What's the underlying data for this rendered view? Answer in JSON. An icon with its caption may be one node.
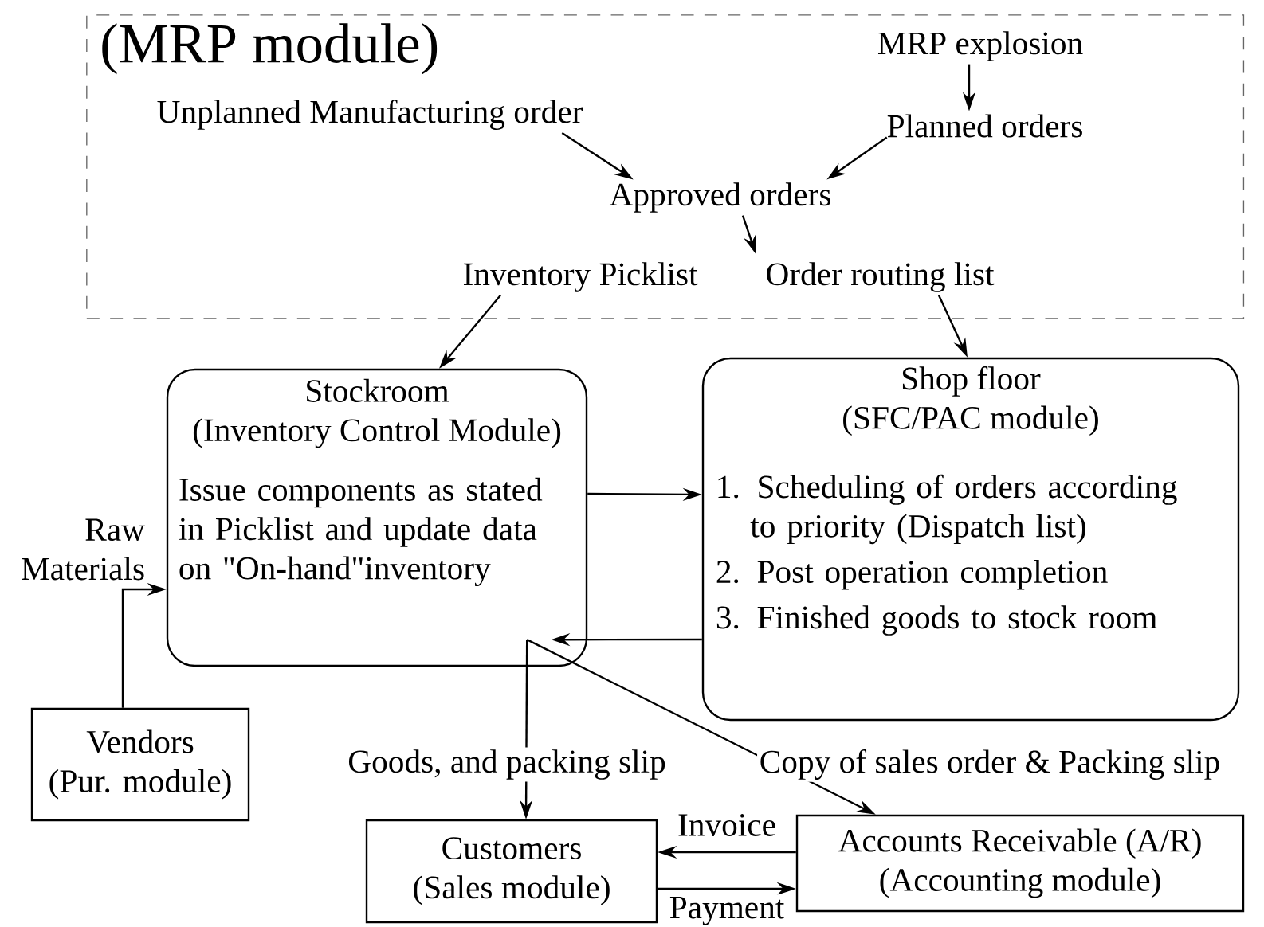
{
  "diagram": {
    "nodes": [
      {
        "text": [
          "(MRP module)"
        ]
      },
      {
        "text": [
          "MRP explosion"
        ],
        "in": 0
      },
      {
        "text": [
          "Unplanned Manufacturing order"
        ],
        "in": 0
      },
      {
        "text": [
          "Planned orders"
        ],
        "in": 0
      },
      {
        "text": [
          "Approved orders"
        ],
        "in": 0
      },
      {
        "text": [
          "Inventory Picklist"
        ],
        "in": 0
      },
      {
        "text": [
          "Order routing list"
        ],
        "in": 0
      },
      {
        "text": [
          "Stockroom",
          "(Inventory Control Module)",
          "Issue components as stated in Picklist and update data on \"On-hand\"inventory"
        ]
      },
      {
        "text": [
          "Shop floor",
          "(SFC/PAC module)",
          "1. Scheduling of orders according to priority (Dispatch list)",
          "2. Post operation completion",
          "3. Finished goods to stock room"
        ]
      },
      {
        "text": [
          "Vendors",
          "(Pur. module)"
        ]
      },
      {
        "text": [
          "Customers",
          "(Sales module)"
        ]
      },
      {
        "text": [
          "Accounts Receivable (A/R)",
          "(Accounting module)"
        ]
      }
    ],
    "edges": [
      {
        "from": 1,
        "to": 3,
        "arrow": "to"
      },
      {
        "from": 2,
        "to": 4,
        "arrow": "to"
      },
      {
        "from": 3,
        "to": 4,
        "arrow": "to"
      },
      {
        "from": 4,
        "to": 6,
        "arrow": "to"
      },
      {
        "from": 5,
        "to": 7,
        "arrow": "to"
      },
      {
        "from": 6,
        "to": 8,
        "arrow": "to"
      },
      {
        "from": 7,
        "to": 8,
        "arrow": "to"
      },
      {
        "from": 8,
        "to": 7,
        "arrow": "to"
      },
      {
        "from": 7,
        "to": 10,
        "arrow": "to",
        "label": "Goods, and packing slip"
      },
      {
        "from": 7,
        "to": 11,
        "arrow": "to",
        "label": "Copy of sales order & Packing slip"
      },
      {
        "from": 9,
        "to": 7,
        "arrow": "to",
        "label": "Raw Materials"
      },
      {
        "from": 11,
        "to": 10,
        "arrow": "to",
        "label": "Invoice"
      },
      {
        "from": 10,
        "to": 11,
        "arrow": "to",
        "label": "Payment"
      }
    ]
  }
}
